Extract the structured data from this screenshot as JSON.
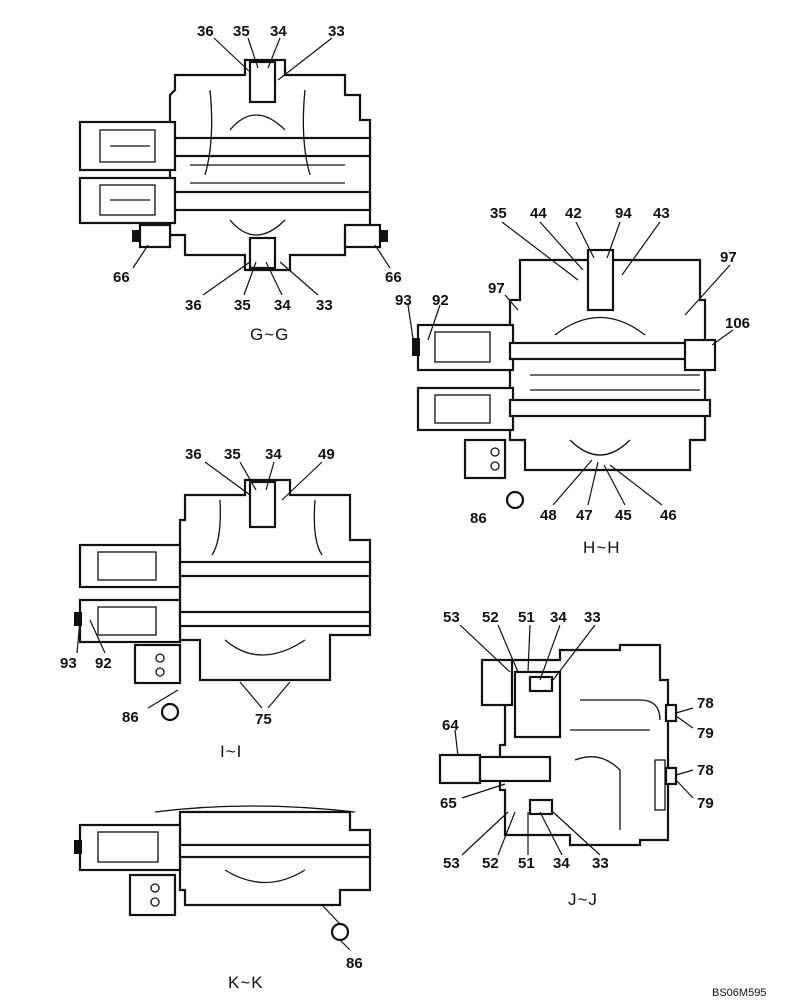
{
  "sections": {
    "gg": {
      "title": "G~G",
      "labels": [
        "36",
        "35",
        "34",
        "33",
        "66",
        "66",
        "36",
        "35",
        "34",
        "33"
      ]
    },
    "hh": {
      "title": "H~H",
      "labels": [
        "35",
        "44",
        "42",
        "94",
        "43",
        "97",
        "97",
        "93",
        "92",
        "106",
        "86",
        "48",
        "47",
        "45",
        "46"
      ]
    },
    "ii": {
      "title": "I~I",
      "labels": [
        "36",
        "35",
        "34",
        "49",
        "93",
        "92",
        "86",
        "75"
      ]
    },
    "jj": {
      "title": "J~J",
      "labels": [
        "53",
        "52",
        "51",
        "34",
        "33",
        "64",
        "78",
        "79",
        "78",
        "79",
        "65",
        "53",
        "52",
        "51",
        "34",
        "33"
      ]
    },
    "kk": {
      "title": "K~K",
      "labels": [
        "86"
      ]
    }
  },
  "drawing_code": "BS06M595"
}
